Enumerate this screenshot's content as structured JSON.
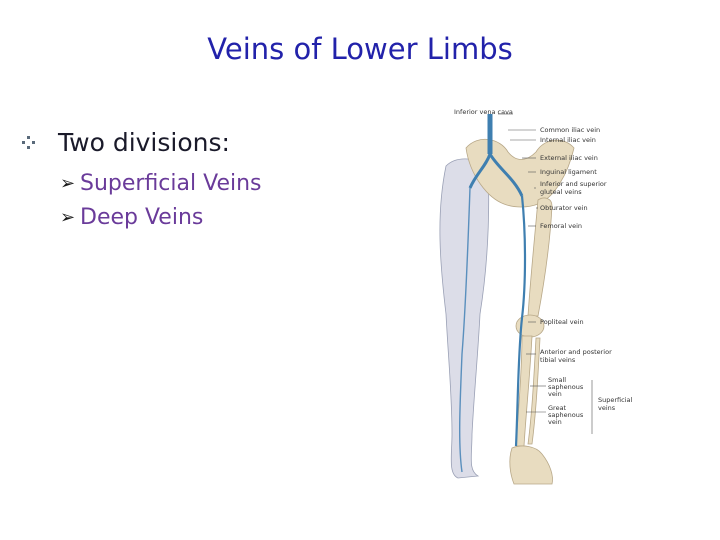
{
  "slide": {
    "title": "Veins of Lower Limbs",
    "bullet": "Two divisions:",
    "sub_items": [
      "Superficial Veins",
      "Deep Veins"
    ]
  },
  "illustration": {
    "labels": {
      "ivc": "Inferior vena cava",
      "common_iliac": "Common iliac vein",
      "internal_iliac": "Internal iliac vein",
      "external_iliac": "External iliac vein",
      "inguinal": "Inguinal ligament",
      "gluteal_1": "Inferior and superior",
      "gluteal_2": "gluteal veins",
      "obturator": "Obturator vein",
      "femoral": "Femoral vein",
      "popliteal": "Popliteal vein",
      "tibial_1": "Anterior and posterior",
      "tibial_2": "tibial veins",
      "small_1": "Small",
      "small_2": "saphenous",
      "small_3": "vein",
      "great_1": "Great",
      "great_2": "saphenous",
      "great_3": "vein",
      "superficial_1": "Superficial",
      "superficial_2": "veins"
    },
    "colors": {
      "vein": "#3f7fb0",
      "bone": "#e8dcc0",
      "skin": "#dcdde8"
    }
  }
}
